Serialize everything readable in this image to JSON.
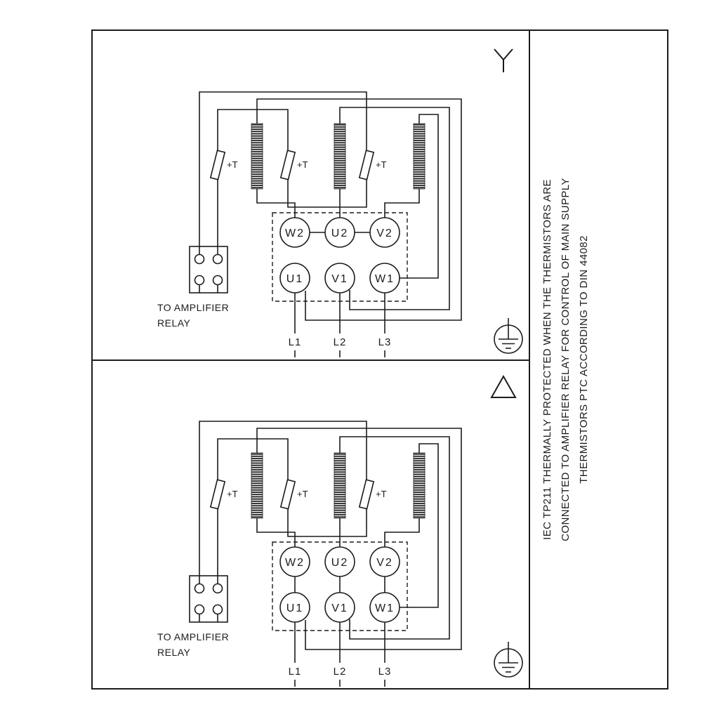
{
  "colors": {
    "background": "#ffffff",
    "line": "#1c1c1c"
  },
  "icons": {
    "star": "Y-shape wye connection symbol",
    "delta": "triangle outline delta connection symbol",
    "ground": "protective earth ground symbol inside circle"
  },
  "labels": {
    "thermistor": "+T",
    "relay_line1": "TO AMPLIFIER",
    "relay_line2": "RELAY",
    "terminals_top": [
      "W2",
      "U2",
      "V2"
    ],
    "terminals_bottom": [
      "U1",
      "V1",
      "W1"
    ],
    "supply": [
      "L1",
      "L2",
      "L3"
    ]
  },
  "side_note": {
    "line1": "IEC TP211 THERMALLY PROTECTED WHEN THE THERMISTORS ARE",
    "line2": "CONNECTED TO AMPLIFIER RELAY FOR CONTROL OF MAIN SUPPLY",
    "line3": "THERMISTORS PTC ACCORDING TO DIN 44082"
  },
  "panels": [
    {
      "id": "star",
      "connection": "star (wye)"
    },
    {
      "id": "delta",
      "connection": "delta"
    }
  ]
}
